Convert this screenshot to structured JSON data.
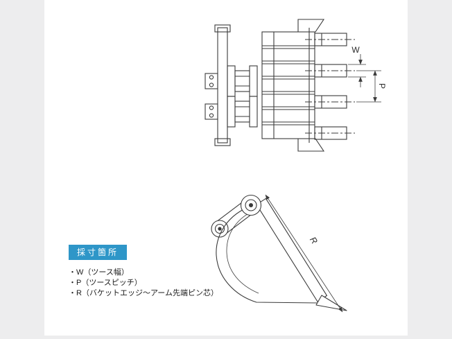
{
  "page": {
    "background_color": "#ededee",
    "panel_color": "#ffffff"
  },
  "diagram": {
    "line_color": "#3a3a3a",
    "labels": {
      "w": "W",
      "p": "P",
      "r": "R"
    }
  },
  "legend": {
    "badge": "採寸箇所",
    "badge_color": "#2e96c8",
    "items": [
      "・W（ツース幅）",
      "・P（ツースピッチ）",
      "・R（バケットエッジ～アーム先端ピン芯）"
    ]
  }
}
